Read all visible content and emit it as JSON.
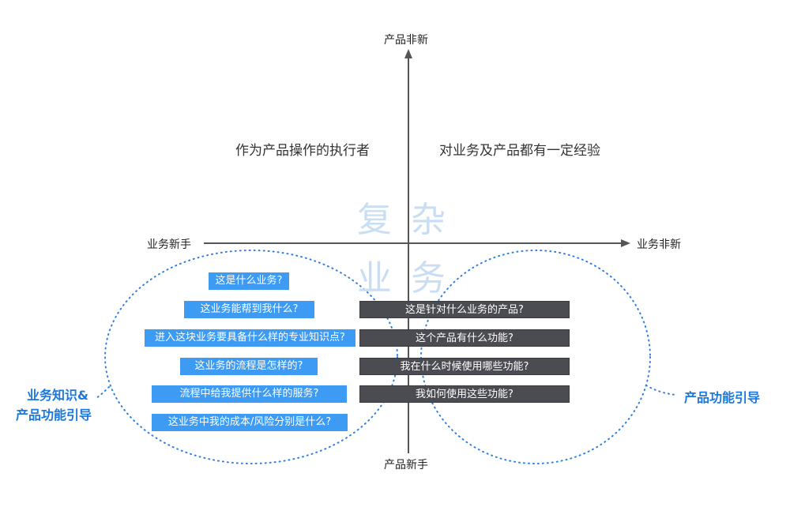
{
  "axes": {
    "y_top": "产品非新",
    "y_bottom": "产品新手",
    "x_left": "业务新手",
    "x_right": "业务非新"
  },
  "quadrants": {
    "top_left": "作为产品操作的执行者",
    "top_right": "对业务及产品都有一定经验"
  },
  "watermark": {
    "line1": "复杂",
    "line2": "业务"
  },
  "left_group": {
    "title_line1": "业务知识&",
    "title_line2": "产品功能引导",
    "questions": [
      "这是什么业务?",
      "这业务能帮到我什么?",
      "进入这块业务要具备什么样的专业知识点?",
      "这业务的流程是怎样的?",
      "流程中给我提供什么样的服务?",
      "这业务中我的成本/风险分别是什么?"
    ]
  },
  "right_group": {
    "title": "产品功能引导",
    "questions": [
      "这是针对什么业务的产品?",
      "这个产品有什么功能?",
      "我在什么时候使用哪些功能?",
      "我如何使用这些功能?"
    ]
  },
  "colors": {
    "blue_box": "#3d9bf4",
    "dark_box": "#4b4b52",
    "title_blue": "#1a78e0",
    "dotted": "#2f7fe0",
    "watermark": "#c9def3"
  }
}
